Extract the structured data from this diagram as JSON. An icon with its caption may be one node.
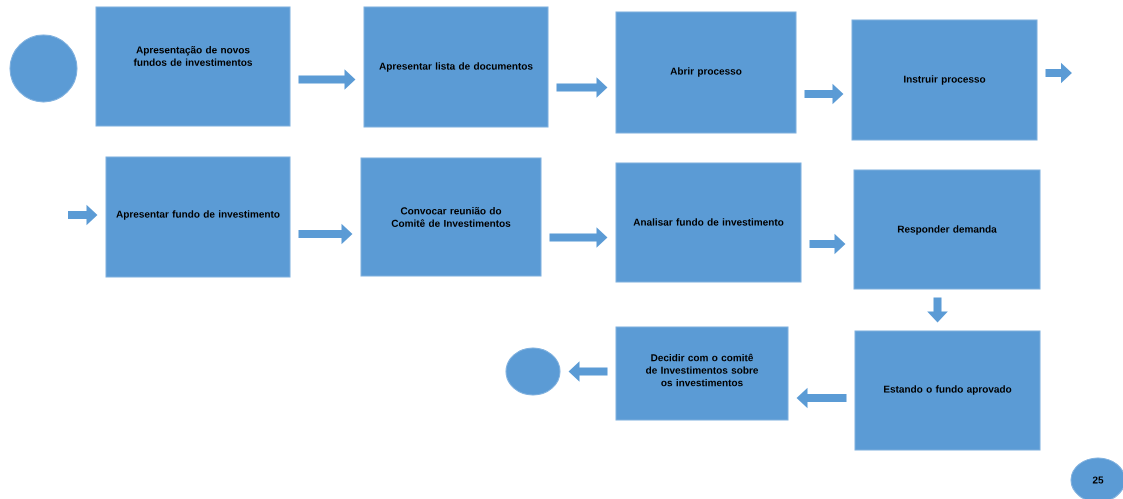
{
  "diagram": {
    "nodes": [
      {
        "text": [],
        "shape": "circle"
      },
      {
        "text": [
          "Apresentação de novos fundos de investimentos"
        ]
      },
      {
        "text": [
          "Apresentar lista de documentos"
        ]
      },
      {
        "text": [
          "Abrir processo"
        ]
      },
      {
        "text": [
          "Instruir processo"
        ]
      },
      {
        "text": [
          "Apresentar fundo de investimento"
        ]
      },
      {
        "text": [
          "Convocar reunião do Comitê de Investimentos"
        ]
      },
      {
        "text": [
          "Analisar fundo de investimento"
        ]
      },
      {
        "text": [
          "Responder demanda"
        ]
      },
      {
        "text": [
          "Estando o fundo aprovado"
        ]
      },
      {
        "text": [
          "Decidir com o comitê de Investimentos sobre os investimentos"
        ]
      },
      {
        "text": [],
        "shape": "circle"
      },
      {
        "text": [
          "25"
        ]
      }
    ],
    "edges": [
      {
        "from": 1,
        "to": 2,
        "arrow": "to"
      },
      {
        "from": 2,
        "to": 3,
        "arrow": "to"
      },
      {
        "from": 3,
        "to": 4,
        "arrow": "to"
      },
      {
        "from": 4,
        "to": null,
        "arrow": "to"
      },
      {
        "from": null,
        "to": 5,
        "arrow": "to"
      },
      {
        "from": 5,
        "to": 6,
        "arrow": "to"
      },
      {
        "from": 6,
        "to": 7,
        "arrow": "to"
      },
      {
        "from": 7,
        "to": 8,
        "arrow": "to"
      },
      {
        "from": 8,
        "to": 9,
        "arrow": "to"
      },
      {
        "from": 9,
        "to": 10,
        "arrow": "to"
      },
      {
        "from": 10,
        "to": 11,
        "arrow": "to"
      }
    ]
  }
}
